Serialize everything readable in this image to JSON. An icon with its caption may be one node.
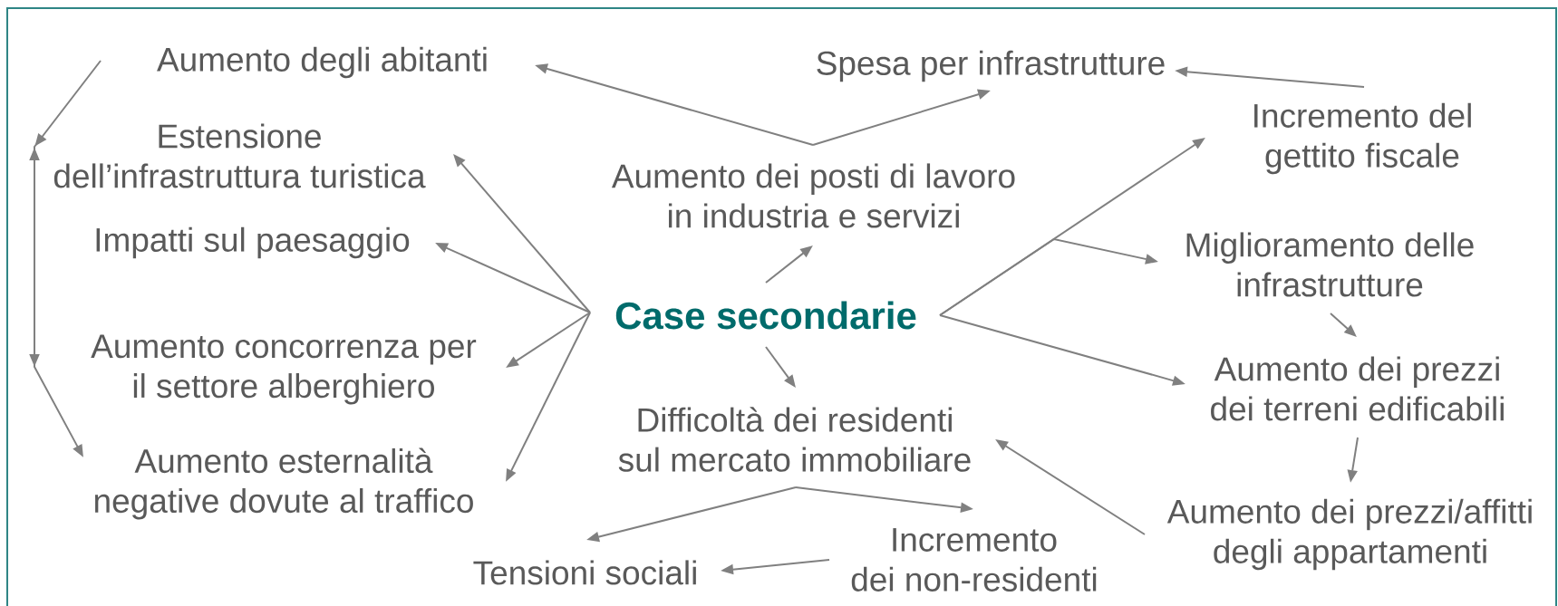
{
  "diagram": {
    "nodes": [
      {
        "text": [
          "Aumento degli abitanti"
        ]
      },
      {
        "text": [
          "Spesa per infrastrutture"
        ]
      },
      {
        "text": [
          "Estensione dell’infrastruttura turistica"
        ]
      },
      {
        "text": [
          "Incremento del gettito fiscale"
        ]
      },
      {
        "text": [
          "Aumento dei posti di lavoro in industria e servizi"
        ]
      },
      {
        "text": [
          "Impatti sul paesaggio"
        ]
      },
      {
        "text": [
          "Miglioramento delle infrastrutture"
        ]
      },
      {
        "text": [
          "Case secondarie"
        ]
      },
      {
        "text": [
          "Aumento concorrenza per il settore alberghiero"
        ]
      },
      {
        "text": [
          "Aumento dei prezzi dei terreni edificabili"
        ]
      },
      {
        "text": [
          "Difficoltà dei residenti sul mercato immobiliare"
        ]
      },
      {
        "text": [
          "Aumento esternalità negative dovute al traffico"
        ]
      },
      {
        "text": [
          "Aumento dei prezzi/affitti degli appartamenti"
        ]
      },
      {
        "text": [
          "Incremento dei non-residenti"
        ]
      },
      {
        "text": [
          "Tensioni sociali"
        ]
      }
    ],
    "edges": [
      {
        "from": 4,
        "to": 0,
        "arrow": "to"
      },
      {
        "from": 4,
        "to": 1,
        "arrow": "to"
      },
      {
        "from": 3,
        "to": 1,
        "arrow": "to"
      },
      {
        "from": 0,
        "to": 11,
        "arrow": "to"
      },
      {
        "from": 7,
        "to": 2,
        "arrow": "to"
      },
      {
        "from": 7,
        "to": 5,
        "arrow": "to"
      },
      {
        "from": 7,
        "to": 8,
        "arrow": "to"
      },
      {
        "from": 7,
        "to": 11,
        "arrow": "to"
      },
      {
        "from": 7,
        "to": 4,
        "arrow": "to"
      },
      {
        "from": 7,
        "to": 10,
        "arrow": "to"
      },
      {
        "from": 7,
        "to": 3,
        "arrow": "to"
      },
      {
        "from": 7,
        "to": 6,
        "arrow": "to"
      },
      {
        "from": 7,
        "to": 9,
        "arrow": "to"
      },
      {
        "from": 6,
        "to": 9,
        "arrow": "to"
      },
      {
        "from": 9,
        "to": 12,
        "arrow": "to"
      },
      {
        "from": 12,
        "to": 10,
        "arrow": "to"
      },
      {
        "from": 10,
        "to": 14,
        "arrow": "to"
      },
      {
        "from": 10,
        "to": 13,
        "arrow": "to"
      },
      {
        "from": 13,
        "to": 14,
        "arrow": "to"
      }
    ]
  }
}
